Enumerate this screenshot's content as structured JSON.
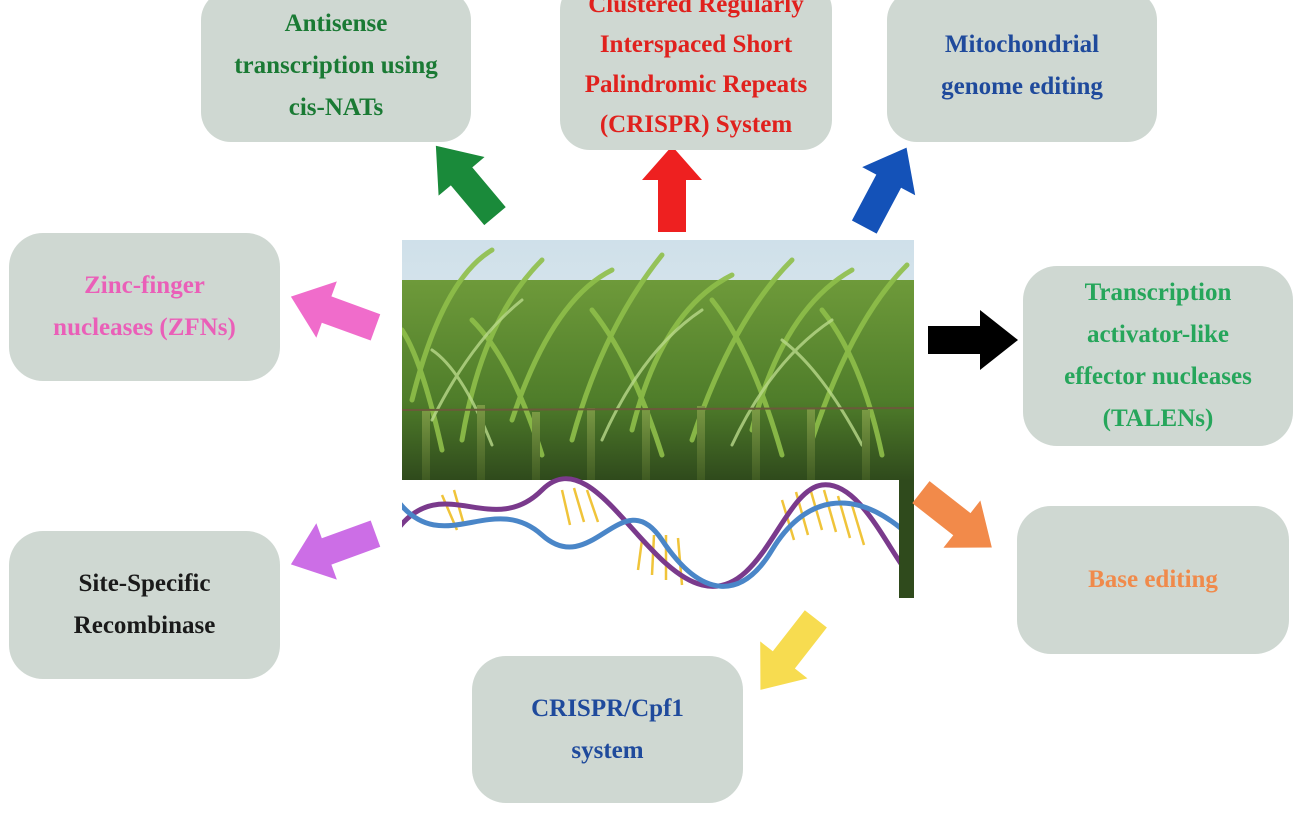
{
  "nodes": {
    "antisense": {
      "label": "Antisense\ntranscription using\ncis-NATs",
      "color": "#1a7a34"
    },
    "crispr": {
      "label": "Clustered Regularly\nInterspaced Short\nPalindromic Repeats\n(CRISPR) System",
      "color": "#e0211d"
    },
    "mito": {
      "label": "Mitochondrial\ngenome editing",
      "color": "#1f4a9c"
    },
    "zfn": {
      "label": "Zinc-finger\nnucleases (ZFNs)",
      "color": "#ea5fb8"
    },
    "talen": {
      "label": "Transcription\nactivator-like\neffector nucleases\n(TALENs)",
      "color": "#26a65b"
    },
    "ssr": {
      "label": "Site-Specific\nRecombinase",
      "color": "#1a1a1a"
    },
    "base": {
      "label": "Base editing",
      "color": "#f08a4b"
    },
    "cpf1": {
      "label": "CRISPR/Cpf1\nsystem",
      "color": "#1f4a9c"
    }
  },
  "arrow_colors": {
    "antisense": "#1a8a3a",
    "crispr": "#ee2020",
    "mito": "#1452b8",
    "zfn": "#f06ccb",
    "talen": "#000000",
    "ssr": "#cc6ee6",
    "base": "#f28a4a",
    "cpf1": "#f7dc50"
  },
  "center_image": {
    "icon": "sugarcane-field-with-dna-helix-illustration"
  }
}
